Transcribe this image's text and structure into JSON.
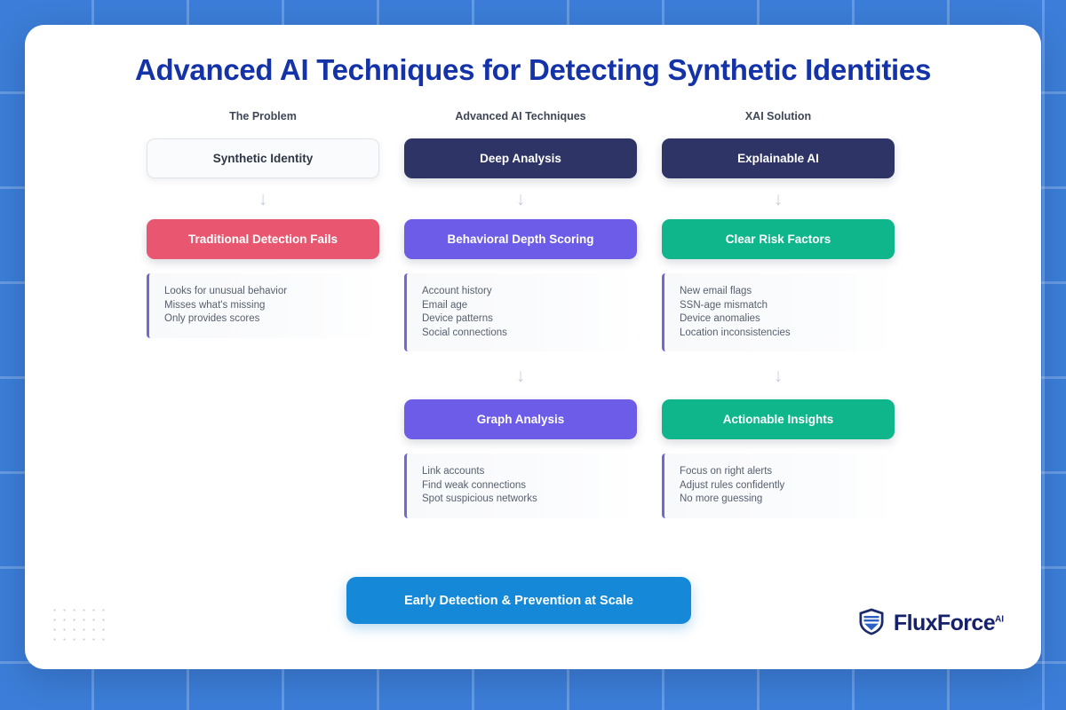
{
  "page": {
    "title": "Advanced AI Techniques for Detecting Synthetic Identities",
    "background_color": "#3b7dd8",
    "card_color": "#ffffff",
    "title_color": "#1433a8"
  },
  "columns": [
    {
      "heading": "The Problem",
      "top_box": {
        "label": "Synthetic Identity",
        "color": "#fafbfc",
        "style": "neutral"
      },
      "arrow": "↓",
      "mid_box": {
        "label": "Traditional Detection Fails",
        "color": "#e8566f",
        "style": "red"
      },
      "mid_list": [
        "Looks for unusual behavior",
        "Misses what's missing",
        "Only provides scores"
      ],
      "has_third_row": false,
      "arrow2": "",
      "bottom_box": {
        "label": "",
        "color": "",
        "style": ""
      },
      "bottom_list": []
    },
    {
      "heading": "Advanced AI Techniques",
      "top_box": {
        "label": "Deep Analysis",
        "color": "#2e3566",
        "style": "navy"
      },
      "arrow": "↓",
      "mid_box": {
        "label": "Behavioral Depth Scoring",
        "color": "#6c5ce7",
        "style": "purple"
      },
      "mid_list": [
        "Account history",
        "Email age",
        "Device patterns",
        "Social connections"
      ],
      "has_third_row": true,
      "arrow2": "↓",
      "bottom_box": {
        "label": "Graph Analysis",
        "color": "#6c5ce7",
        "style": "purple"
      },
      "bottom_list": [
        "Link accounts",
        "Find weak connections",
        "Spot suspicious networks"
      ]
    },
    {
      "heading": "XAI Solution",
      "top_box": {
        "label": "Explainable AI",
        "color": "#2e3566",
        "style": "navy"
      },
      "arrow": "↓",
      "mid_box": {
        "label": "Clear Risk Factors",
        "color": "#0fb68c",
        "style": "green"
      },
      "mid_list": [
        "New email flags",
        "SSN-age mismatch",
        "Device anomalies",
        "Location inconsistencies"
      ],
      "has_third_row": true,
      "arrow2": "↓",
      "bottom_box": {
        "label": "Actionable Insights",
        "color": "#0fb68c",
        "style": "green"
      },
      "bottom_list": [
        "Focus on right alerts",
        "Adjust rules confidently",
        "No more guessing"
      ]
    }
  ],
  "cta": {
    "label": "Early Detection & Prevention at Scale",
    "color": "#1589d8"
  },
  "logo": {
    "name": "FluxForce",
    "superscript": "AI",
    "icon": "shield-icon",
    "color": "#16216b"
  }
}
